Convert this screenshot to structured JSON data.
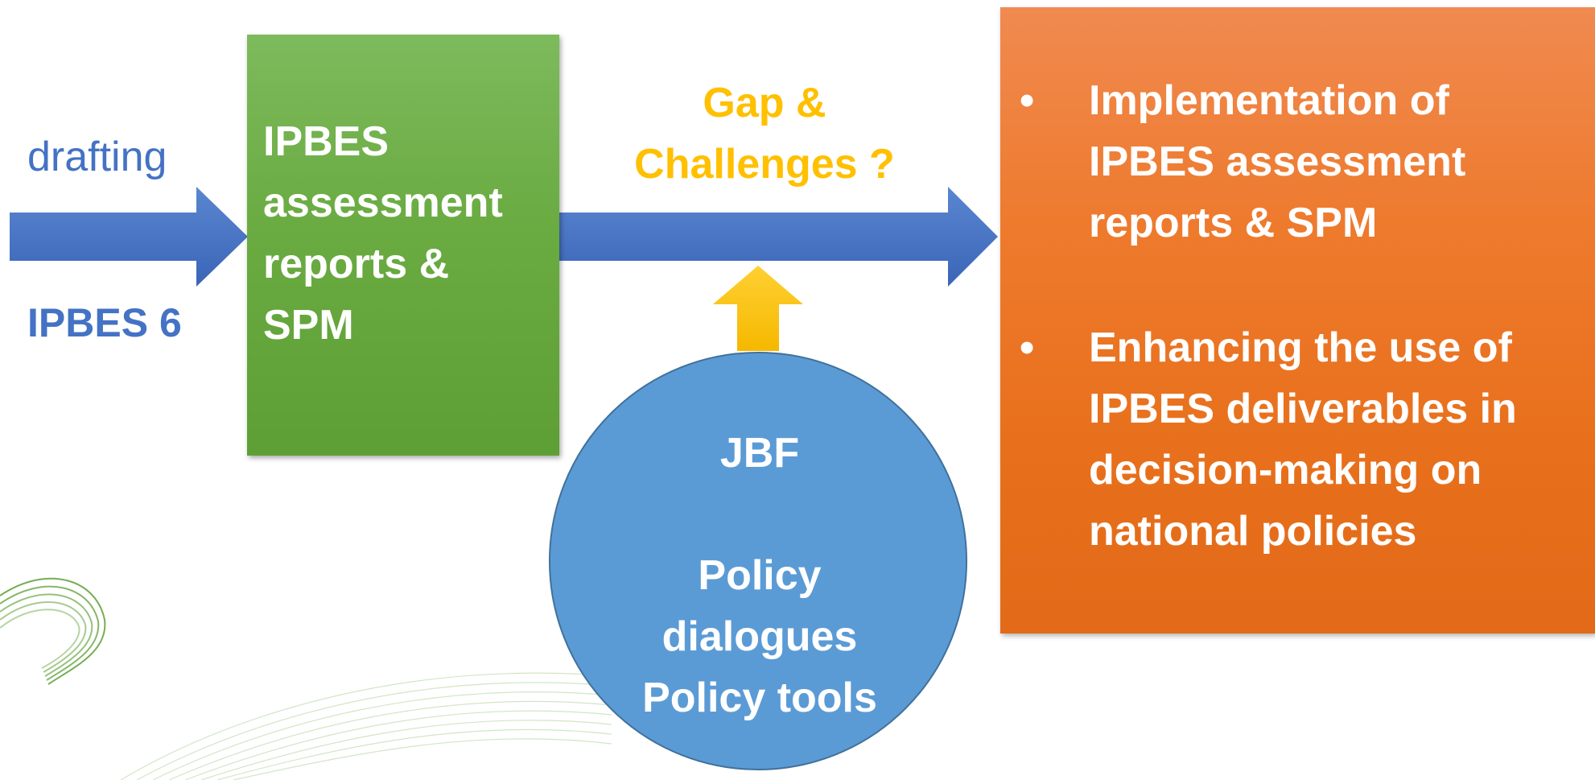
{
  "input_labels": {
    "drafting": "drafting",
    "meeting": "IPBES 6"
  },
  "reports_box": {
    "lines": [
      "IPBES",
      "assessment",
      "reports &",
      "SPM"
    ]
  },
  "gap": {
    "lines": [
      "Gap &",
      "Challenges ?"
    ]
  },
  "outcomes": {
    "bullet": "•",
    "items": [
      {
        "lines": [
          "Implementation of",
          "IPBES assessment",
          "reports & SPM"
        ]
      },
      {
        "lines": [
          "Enhancing the use of",
          "IPBES deliverables in",
          "decision-making on",
          "national policies"
        ]
      }
    ]
  },
  "jbf": {
    "title": "JBF",
    "lines": [
      "Policy",
      "dialogues",
      "Policy tools"
    ]
  },
  "colors": {
    "arrow_blue": "#4472C4",
    "box_green": "#6aab42",
    "box_orange": "#ee7a2d",
    "circle_blue": "#5b9bd5",
    "accent_yellow": "#FFC000",
    "swirl_green": "#5e9f35"
  }
}
